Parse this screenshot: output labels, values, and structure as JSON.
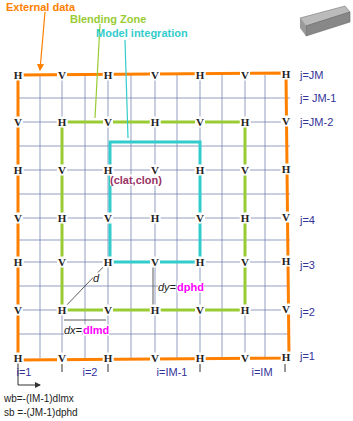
{
  "diagram": {
    "labels": [
      "External data",
      "Blending Zone",
      "Model integration",
      "H",
      "V",
      "H",
      "V",
      "H",
      "V",
      "H",
      "V",
      "H",
      "V",
      "H",
      "V",
      "H",
      "V",
      "H",
      "V",
      "H",
      "V",
      "H",
      "V",
      "H",
      "V",
      "H",
      "V",
      "H",
      "V",
      "H",
      "V",
      "H",
      "V",
      "H",
      "V",
      "H",
      "V",
      "H",
      "V",
      "H",
      "V",
      "H",
      "V",
      "H",
      "V",
      "H",
      "V",
      "H",
      "V",
      "H",
      "V",
      "H",
      "(clat,clon)",
      "d",
      "dy=",
      "dphd",
      "dx=",
      "dlmd",
      "j=JM",
      "j= JM-1",
      "j=JM-2",
      "j=4",
      "j=3",
      "j=2",
      "j=1",
      "i=1",
      "i=2",
      "i=IM-1",
      "i=IM",
      "wb=-(IM-1)dlmx",
      "sb =-(JM-1)dphd"
    ]
  }
}
